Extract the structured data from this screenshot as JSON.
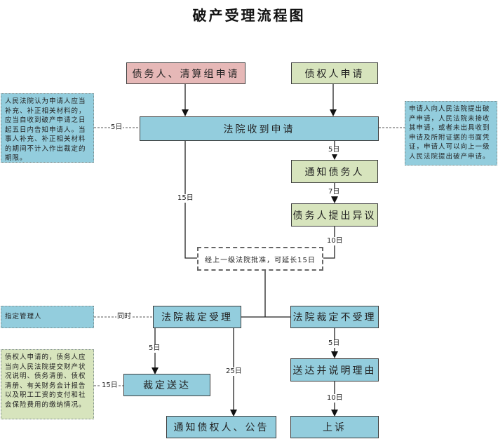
{
  "title": "破产受理流程图",
  "nodes": {
    "debtor_apply": "债务人、清算组申请",
    "creditor_apply": "债权人申请",
    "court_receive": "法院收到申请",
    "notify_debtor": "通知债务人",
    "debtor_object": "债务人提出异议",
    "extension": "经上一级法院批准，可延长15日",
    "court_accept": "法院裁定受理",
    "court_reject": "法院裁定不受理",
    "ruling_served": "裁定送达",
    "notify_creditors": "通知债权人、公告",
    "serve_reasons": "送达并说明理由",
    "appeal": "上诉"
  },
  "notes": {
    "left_top": "人民法院认为申请人应当补充、补正相关材料的，应当自收到破产申请之日起五日内告知申请人。当事人补充、补正相关材料的期间不计入作出裁定的期限。",
    "right_top": "申请人向人民法院提出破产申请，人民法院未接收其申请，或者未出具收到申请及所附证据的书面凭证，申请人可以向上一级人民法院提出破产申请。",
    "appoint_admin": "指定管理人",
    "left_bottom": "债权人申请的，债务人应当向人民法院提交财产状况说明、债务清册、债权清册、有关财务会计报告以及职工工资的支付和社会保险费用的缴纳情况。"
  },
  "edge_labels": {
    "left_top_link": "5日",
    "receive_to_notify": "5日",
    "notify_to_object": "7日",
    "object_to_decision": "10日",
    "receive_to_decision": "15日",
    "simultaneous": "同时",
    "accept_to_served": "5日",
    "served_note_link": "15日",
    "accept_to_creditors": "25日",
    "reject_to_reasons": "5日",
    "reasons_to_appeal": "10日"
  },
  "colors": {
    "pink": "#e6b8b7",
    "green": "#d7e4bd",
    "blue": "#93cddd"
  }
}
